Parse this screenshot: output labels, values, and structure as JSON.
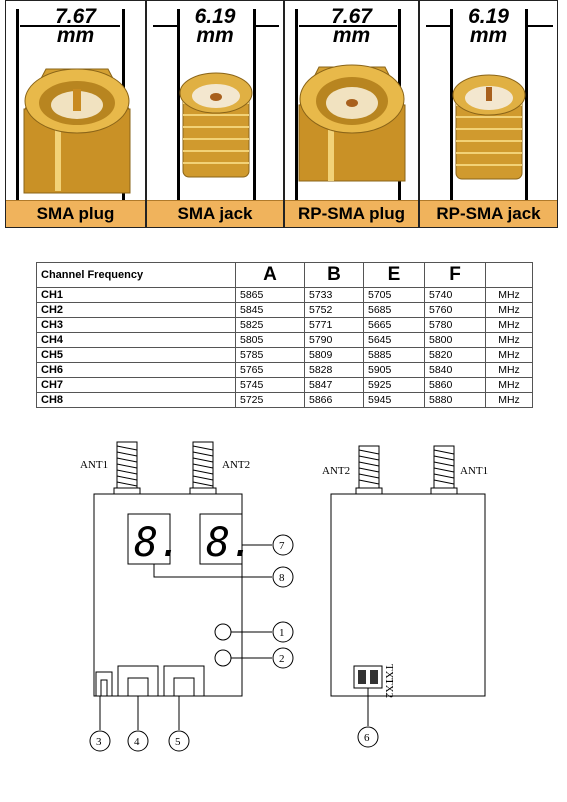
{
  "connectors": [
    {
      "dimension": "7.67",
      "unit": "mm",
      "label": "SMA plug"
    },
    {
      "dimension": "6.19",
      "unit": "mm",
      "label": "SMA jack"
    },
    {
      "dimension": "7.67",
      "unit": "mm",
      "label": "RP-SMA plug"
    },
    {
      "dimension": "6.19",
      "unit": "mm",
      "label": "RP-SMA jack"
    }
  ],
  "table": {
    "header": {
      "label": "Channel Frequency",
      "cols": [
        "A",
        "B",
        "E",
        "F"
      ]
    },
    "rows": [
      {
        "ch": "CH1",
        "vals": [
          "5865",
          "5733",
          "5705",
          "5740"
        ],
        "unit": "MHz"
      },
      {
        "ch": "CH2",
        "vals": [
          "5845",
          "5752",
          "5685",
          "5760"
        ],
        "unit": "MHz"
      },
      {
        "ch": "CH3",
        "vals": [
          "5825",
          "5771",
          "5665",
          "5780"
        ],
        "unit": "MHz"
      },
      {
        "ch": "CH4",
        "vals": [
          "5805",
          "5790",
          "5645",
          "5800"
        ],
        "unit": "MHz"
      },
      {
        "ch": "CH5",
        "vals": [
          "5785",
          "5809",
          "5885",
          "5820"
        ],
        "unit": "MHz"
      },
      {
        "ch": "CH6",
        "vals": [
          "5765",
          "5828",
          "5905",
          "5840"
        ],
        "unit": "MHz"
      },
      {
        "ch": "CH7",
        "vals": [
          "5745",
          "5847",
          "5925",
          "5860"
        ],
        "unit": "MHz"
      },
      {
        "ch": "CH8",
        "vals": [
          "5725",
          "5866",
          "5945",
          "5880"
        ],
        "unit": "MHz"
      }
    ]
  },
  "diagram_front": {
    "ant_left": "ANT1",
    "ant_right": "ANT2",
    "callouts": [
      "1",
      "2",
      "3",
      "4",
      "5",
      "7",
      "8"
    ]
  },
  "diagram_back": {
    "ant_left": "ANT2",
    "ant_right": "ANT1",
    "switch_label_1": "TX1",
    "switch_label_2": "TX2",
    "callout": "6"
  }
}
